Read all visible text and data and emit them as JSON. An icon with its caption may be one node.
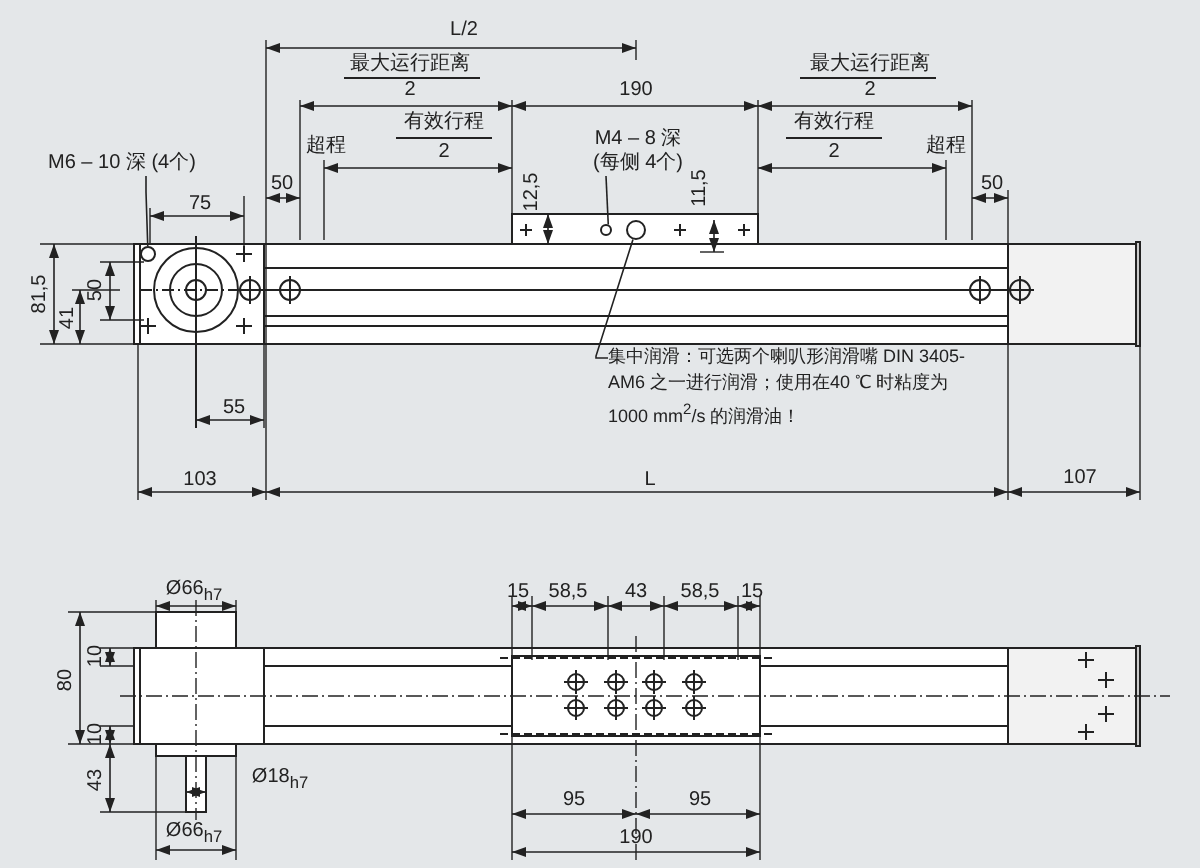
{
  "diagram": {
    "nodes": [
      {
        "text": [
          "M6 – 10 深 (4个)"
        ]
      },
      {
        "text": [],
        "shape": "circle"
      },
      {
        "text": [
          "M4 – 8 深 (每侧 4个)"
        ]
      },
      {
        "text": [],
        "shape": "circle"
      },
      {
        "text": [
          "集中润滑：可选两个喇叭形润滑嘴 DIN 3405-AM6 之一进行润滑；使用在40 ℃ 时粘度为 1000 mm$^{2}$/s 的润滑油！"
        ]
      },
      {
        "text": [],
        "shape": "circle"
      }
    ],
    "edges": [
      {
        "from": 0,
        "to": 1,
        "arrow": "none"
      },
      {
        "from": 2,
        "to": 3,
        "arrow": "none"
      },
      {
        "from": 4,
        "to": 5,
        "arrow": "none"
      }
    ],
    "labels": [
      "L/2",
      "最大运行距离",
      "2",
      "190",
      "最大运行距离",
      "2",
      "有效行程",
      "2",
      "超程",
      "有效行程",
      "2",
      "超程",
      "50",
      "50",
      "75",
      "12,5",
      "11,5",
      "81,5",
      "50",
      "41",
      "55",
      "103",
      "L",
      "107",
      "Ø66$_{h7}$",
      "15",
      "58,5",
      "43",
      "58,5",
      "15",
      "10",
      "80",
      "10",
      "43",
      "Ø18$_{h7}$",
      "95",
      "95",
      "Ø66$_{h7}$",
      "190"
    ]
  }
}
